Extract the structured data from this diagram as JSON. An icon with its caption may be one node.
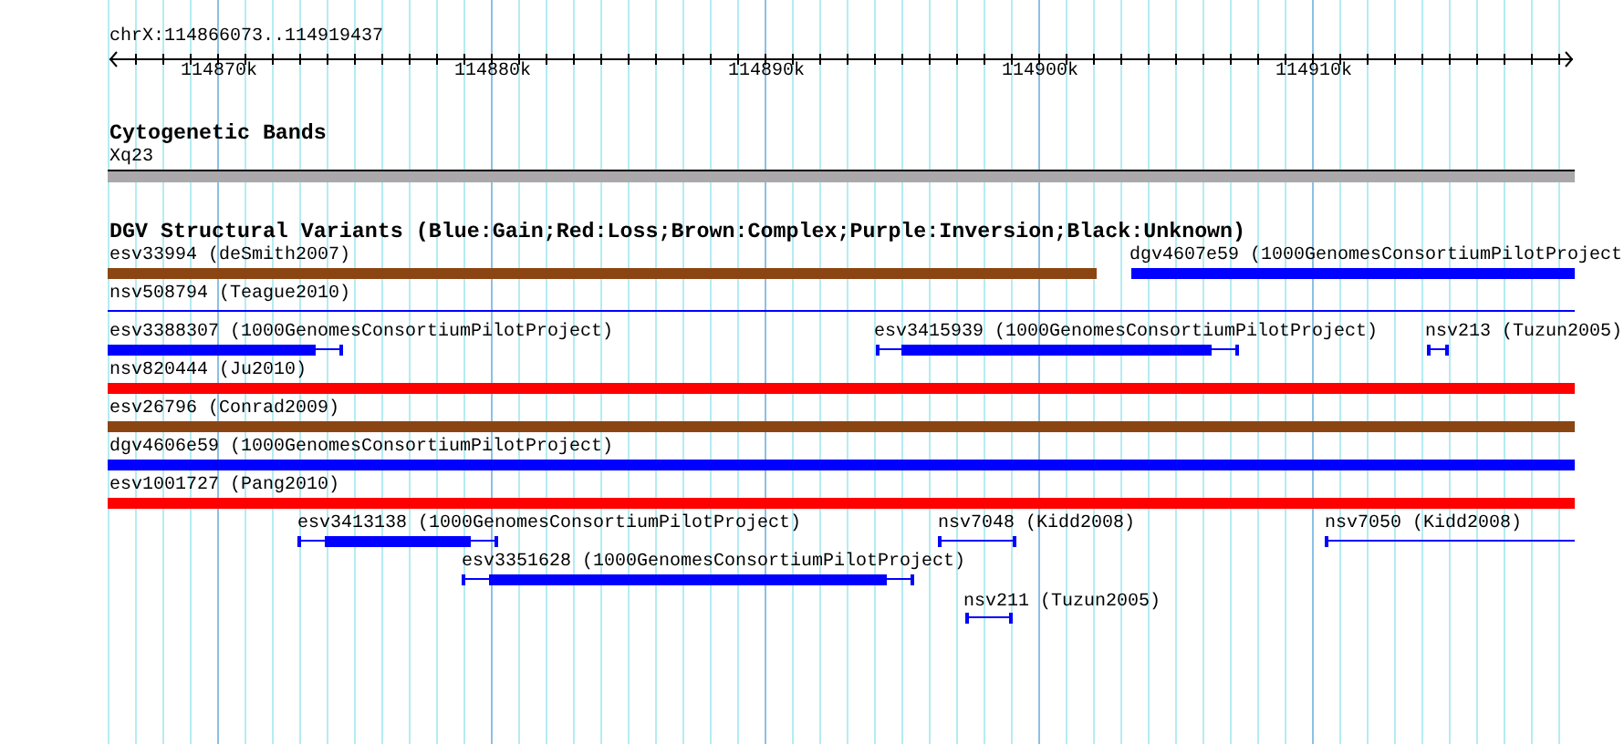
{
  "diagram": {
    "nodes": [
      {
        "text": [
          "Xq23"
        ]
      },
      {
        "text": [
          "esv33994 (deSmith2007)"
        ]
      },
      {
        "text": [
          "dgv4607e59 (1000GenomesConsortiumPilotProject"
        ]
      },
      {
        "text": [
          "nsv508794 (Teague2010)"
        ]
      },
      {
        "text": [
          "esv3388307 (1000GenomesConsortiumPilotProject)"
        ]
      },
      {
        "text": [
          "esv3415939 (1000GenomesConsortiumPilotProject)"
        ]
      },
      {
        "text": [
          "nsv213 (Tuzun2005)"
        ]
      },
      {
        "text": [
          "nsv820444 (Ju2010)"
        ]
      },
      {
        "text": [
          "esv26796 (Conrad2009)"
        ]
      },
      {
        "text": [
          "dgv4606e59 (1000GenomesConsortiumPilotProject)"
        ]
      },
      {
        "text": [
          "esv1001727 (Pang2010)"
        ]
      },
      {
        "text": [
          "esv3413138 (1000GenomesConsortiumPilotProject)"
        ]
      },
      {
        "text": [
          "nsv7048 (Kidd2008)"
        ]
      },
      {
        "text": [
          "nsv7050 (Kidd2008)"
        ]
      },
      {
        "text": [
          "esv3351628 (1000GenomesConsortiumPilotProject)"
        ]
      },
      {
        "text": [
          "nsv211 (Tuzun2005)"
        ]
      }
    ],
    "labels": [
      "chrX:114866073..114919437",
      "114870k",
      "114880k",
      "114890k",
      "114900k",
      "114910k",
      "Cytogenetic Bands",
      "DGV Structural Variants (Blue:Gain;Red:Loss;Brown:Complex;Purple:Inversion;Black:Unknown)"
    ]
  }
}
